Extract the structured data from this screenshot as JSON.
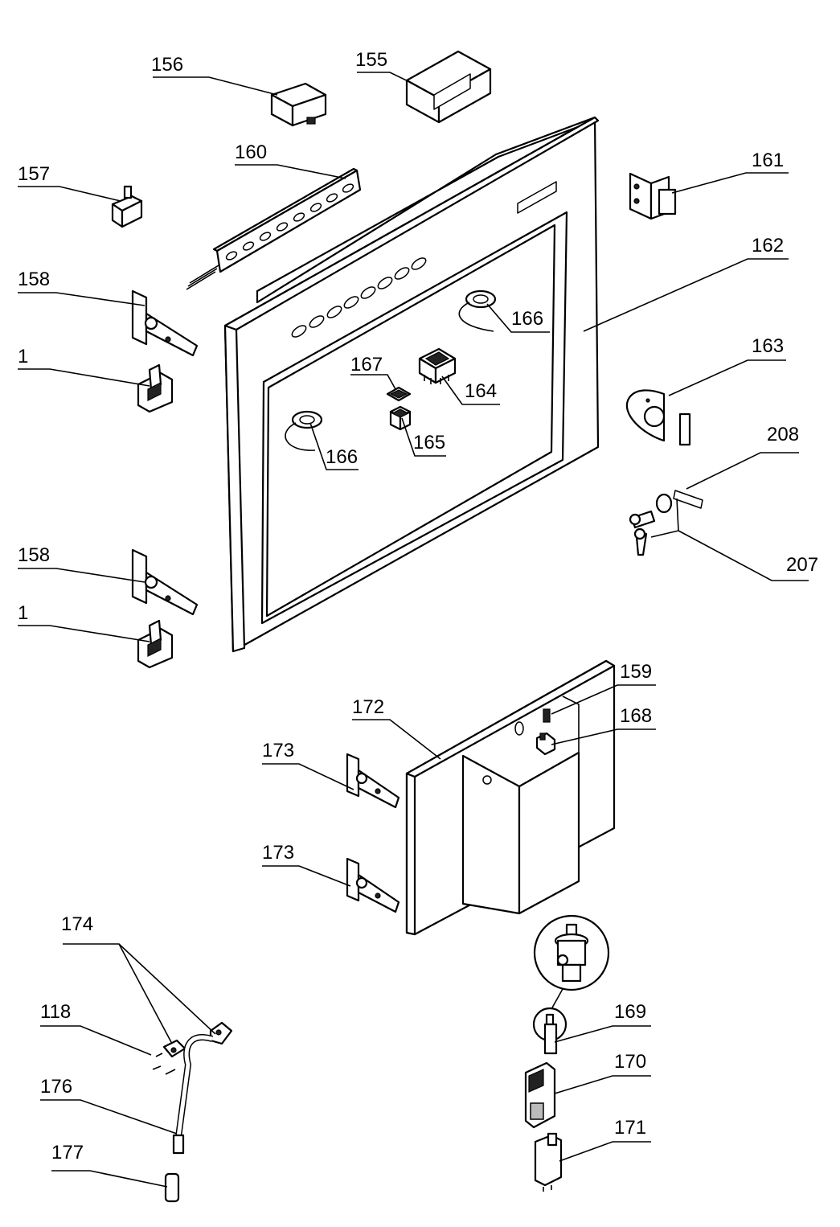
{
  "callouts": [
    {
      "id": "c156",
      "text": "156"
    },
    {
      "id": "c155",
      "text": "155"
    },
    {
      "id": "c160",
      "text": "160"
    },
    {
      "id": "c157",
      "text": "157"
    },
    {
      "id": "c161",
      "text": "161"
    },
    {
      "id": "c162",
      "text": "162"
    },
    {
      "id": "c158a",
      "text": "158"
    },
    {
      "id": "c166a",
      "text": "166"
    },
    {
      "id": "c1a",
      "text": "1"
    },
    {
      "id": "c163",
      "text": "163"
    },
    {
      "id": "c167",
      "text": "167"
    },
    {
      "id": "c164",
      "text": "164"
    },
    {
      "id": "c165",
      "text": "165"
    },
    {
      "id": "c166b",
      "text": "166"
    },
    {
      "id": "c208",
      "text": "208"
    },
    {
      "id": "c158b",
      "text": "158"
    },
    {
      "id": "c207",
      "text": "207"
    },
    {
      "id": "c1b",
      "text": "1"
    },
    {
      "id": "c159",
      "text": "159"
    },
    {
      "id": "c172",
      "text": "172"
    },
    {
      "id": "c168",
      "text": "168"
    },
    {
      "id": "c173a",
      "text": "173"
    },
    {
      "id": "c173b",
      "text": "173"
    },
    {
      "id": "c174",
      "text": "174"
    },
    {
      "id": "c118",
      "text": "118"
    },
    {
      "id": "c169",
      "text": "169"
    },
    {
      "id": "c170",
      "text": "170"
    },
    {
      "id": "c176",
      "text": "176"
    },
    {
      "id": "c171",
      "text": "171"
    },
    {
      "id": "c177",
      "text": "177"
    }
  ]
}
